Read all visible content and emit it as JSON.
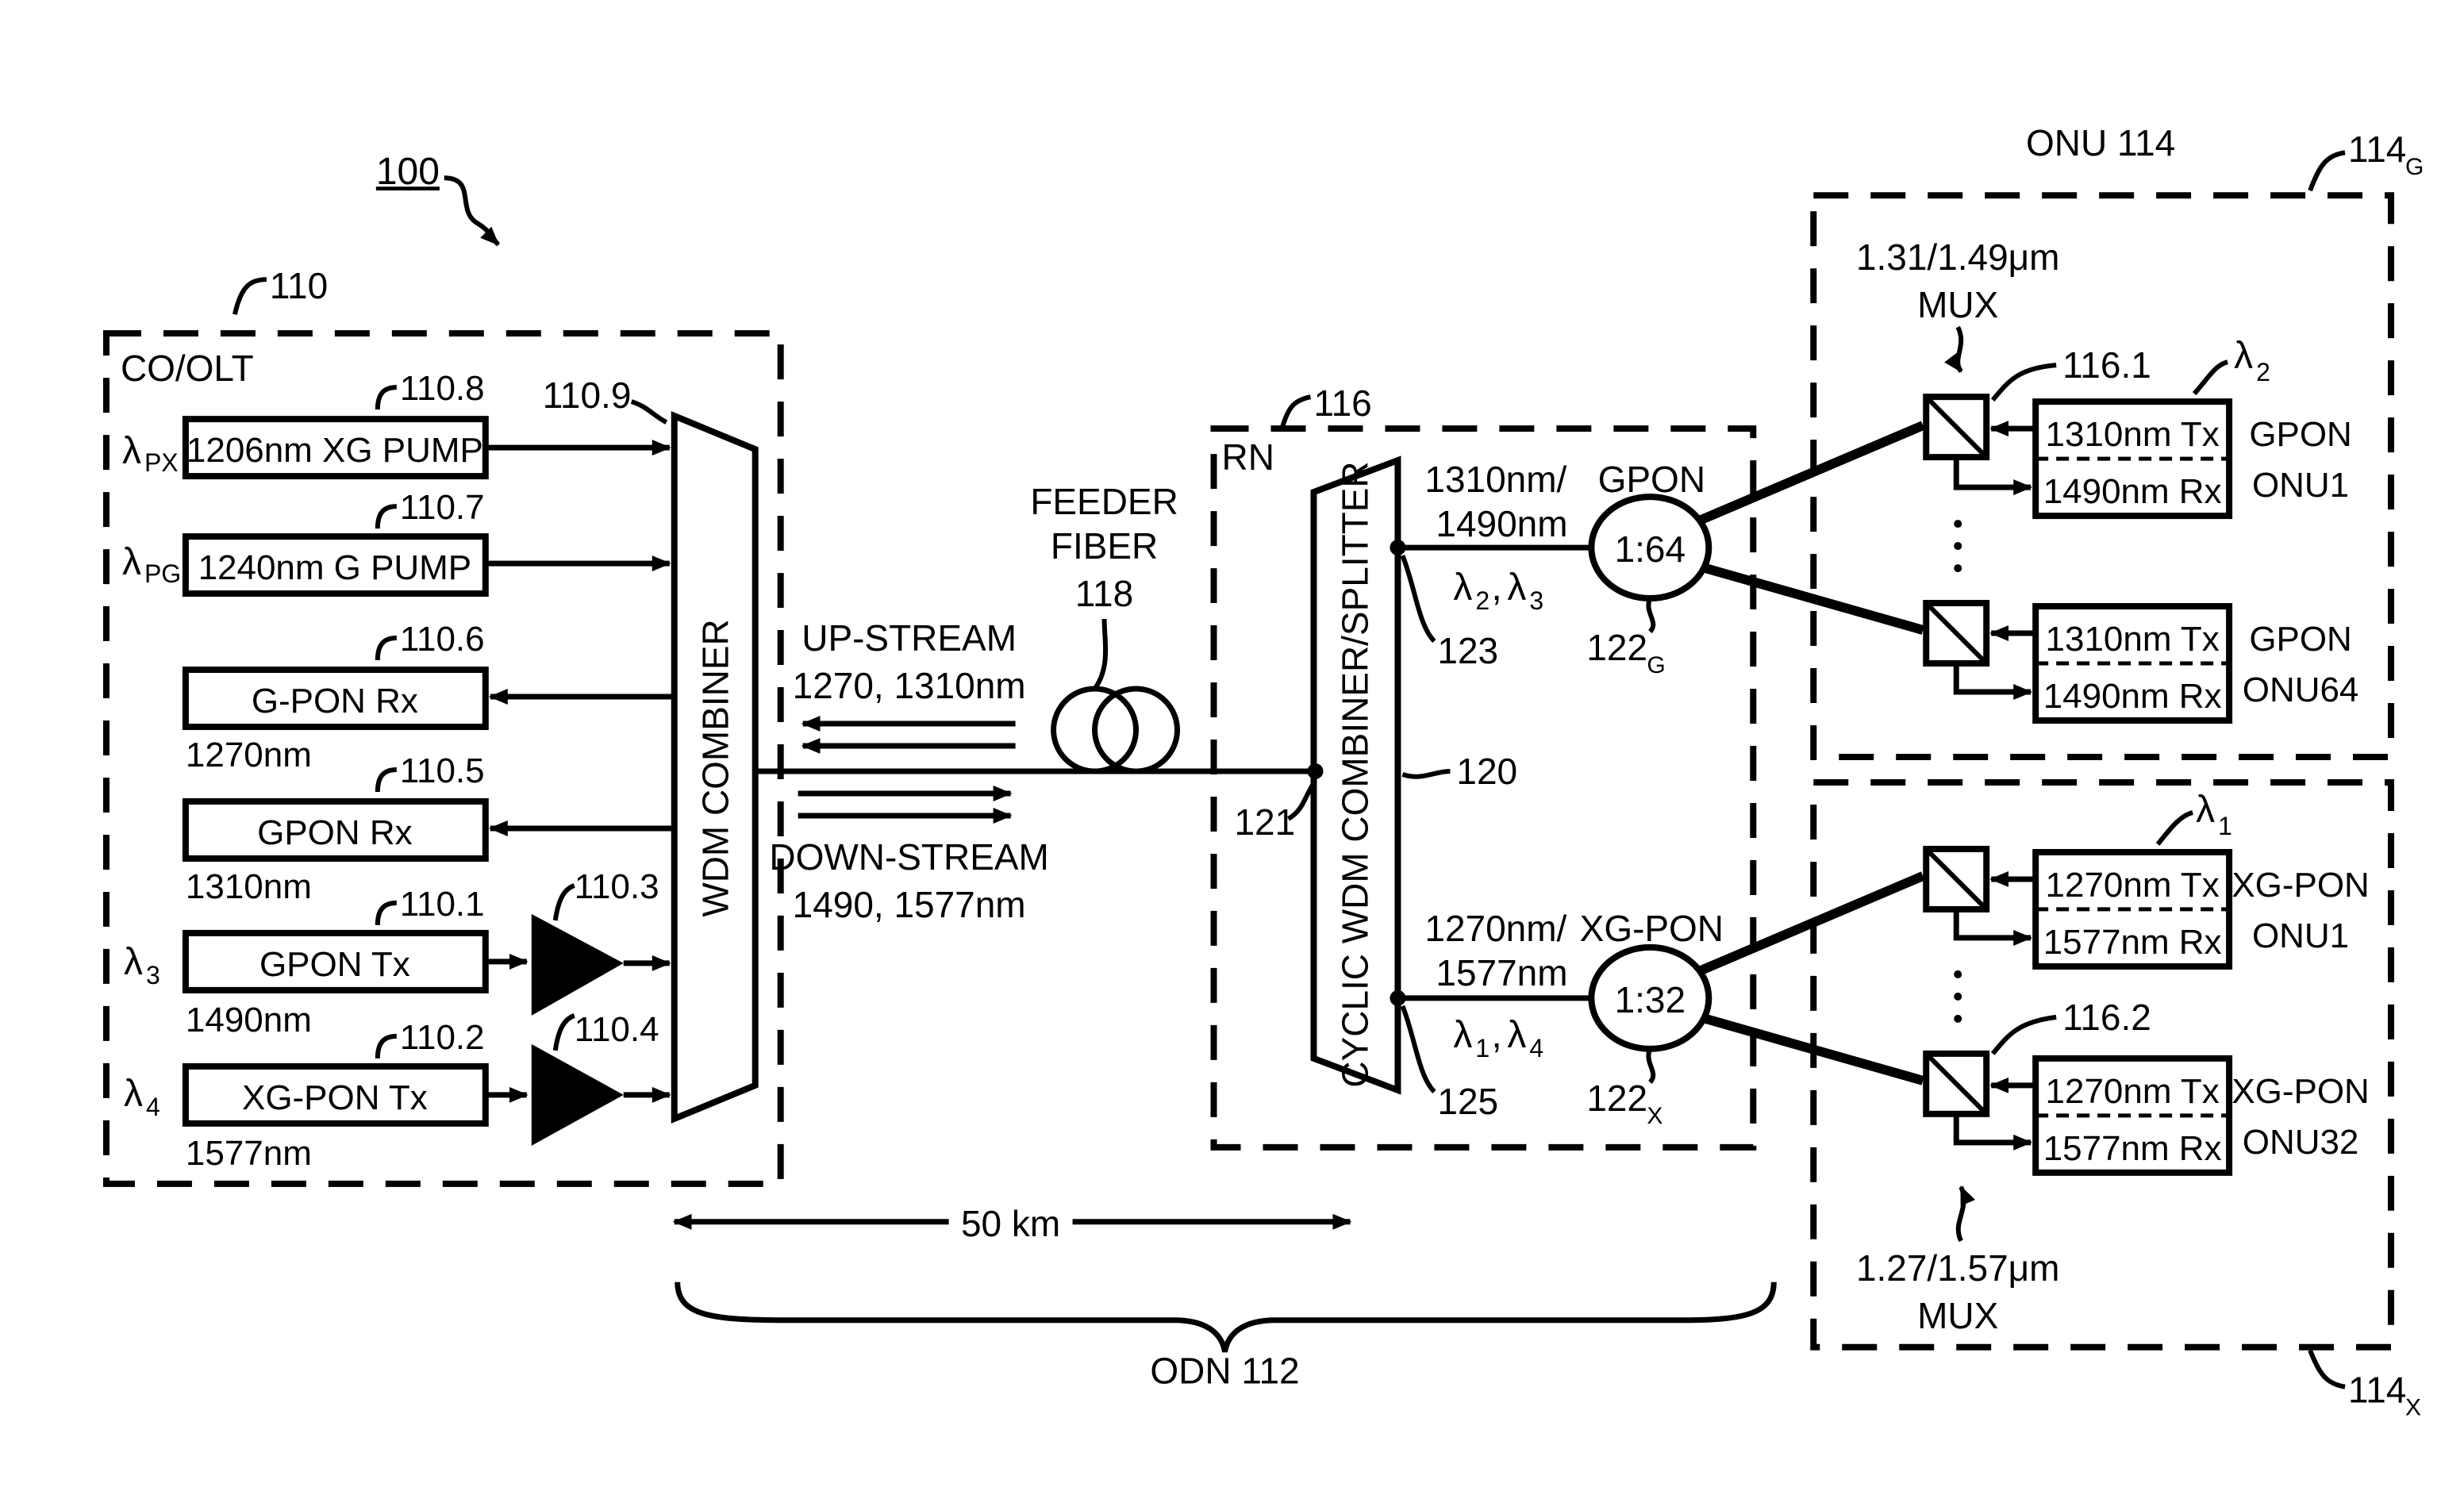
{
  "figure_ref": "100",
  "olt": {
    "ref": "110",
    "title": "CO/OLT",
    "modules": [
      {
        "ref": "110.8",
        "label": "1206nm XG PUMP",
        "lambda": "λ",
        "lambda_sub": "PX",
        "wavelength": ""
      },
      {
        "ref": "110.7",
        "label": "1240nm G PUMP",
        "lambda": "λ",
        "lambda_sub": "PG",
        "wavelength": ""
      },
      {
        "ref": "110.6",
        "label": "G-PON Rx",
        "lambda": "",
        "lambda_sub": "",
        "wavelength": "1270nm"
      },
      {
        "ref": "110.5",
        "label": "GPON Rx",
        "lambda": "",
        "lambda_sub": "",
        "wavelength": "1310nm"
      },
      {
        "ref": "110.1",
        "label": "GPON Tx",
        "lambda": "λ",
        "lambda_sub": "3",
        "wavelength": "1490nm"
      },
      {
        "ref": "110.2",
        "label": "XG-PON Tx",
        "lambda": "λ",
        "lambda_sub": "4",
        "wavelength": "1577nm"
      }
    ],
    "amplifiers": [
      "110.3",
      "110.4"
    ],
    "combiner_ref": "110.9",
    "combiner_label": "WDM COMBINER"
  },
  "link": {
    "upstream_title": "UP-STREAM",
    "upstream_wl": "1270, 1310nm",
    "downstream_title": "DOWN-STREAM",
    "downstream_wl": "1490, 1577nm",
    "feeder_line1": "FEEDER",
    "feeder_line2": "FIBER",
    "feeder_ref": "118",
    "distance": "50 km",
    "odn_label": "ODN 112"
  },
  "rn": {
    "ref": "116",
    "title": "RN",
    "splitter_label": "CYCLIC WDM COMBINER/SPLITTER",
    "splitter_ref": "120",
    "input_ref": "121",
    "gpon": {
      "wl_line1": "1310nm/",
      "wl_line2": "1490nm",
      "lam_a": "2",
      "lam_b": "3",
      "node_ref": "123",
      "title": "GPON",
      "ratio": "1:64",
      "splitter_ref": "122",
      "splitter_sub": "G"
    },
    "xgpon": {
      "wl_line1": "1270nm/",
      "wl_line2": "1577nm",
      "lam_a": "1",
      "lam_b": "4",
      "node_ref": "125",
      "title": "XG-PON",
      "ratio": "1:32",
      "splitter_ref": "122",
      "splitter_sub": "X"
    }
  },
  "onu": {
    "title": "ONU 114",
    "group_g_ref": "114",
    "group_g_sub": "G",
    "group_x_ref": "114",
    "group_x_sub": "X",
    "mux_g_wl": "1.31/1.49μm",
    "mux_g_label": "MUX",
    "mux_x_wl": "1.27/1.57μm",
    "mux_x_label": "MUX",
    "mux_ref_1": "116.1",
    "mux_ref_2": "116.2",
    "units": [
      {
        "tx": "1310nm Tx",
        "rx": "1490nm Rx",
        "name1": "GPON",
        "name2": "ONU1",
        "lambda": "λ",
        "lambda_sub": "2"
      },
      {
        "tx": "1310nm Tx",
        "rx": "1490nm Rx",
        "name1": "GPON",
        "name2": "ONU64",
        "lambda": "",
        "lambda_sub": ""
      },
      {
        "tx": "1270nm Tx",
        "rx": "1577nm Rx",
        "name1": "XG-PON",
        "name2": "ONU1",
        "lambda": "λ",
        "lambda_sub": "1"
      },
      {
        "tx": "1270nm Tx",
        "rx": "1577nm Rx",
        "name1": "XG-PON",
        "name2": "ONU32",
        "lambda": "",
        "lambda_sub": ""
      }
    ]
  }
}
